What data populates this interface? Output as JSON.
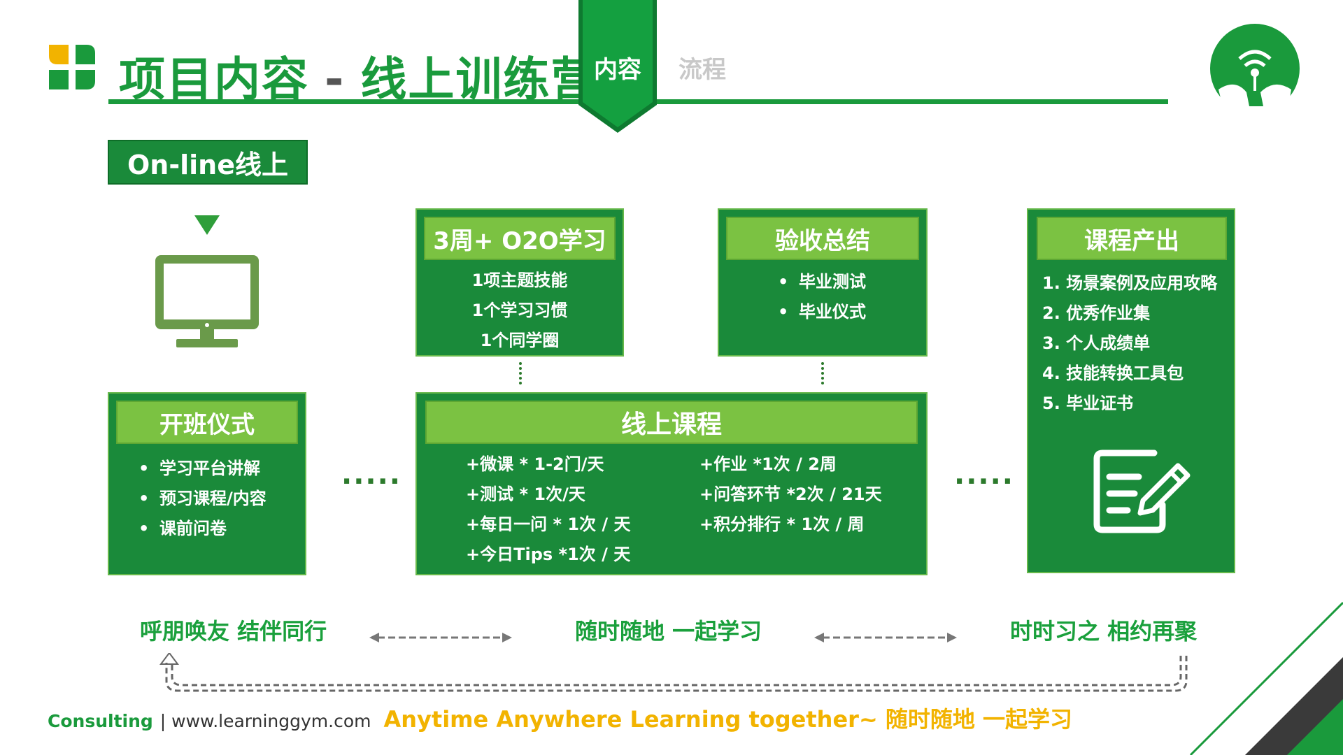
{
  "header": {
    "title_main": "项目内容",
    "title_sep": "-",
    "title_sub": "线上训练营",
    "tabs": [
      {
        "label": "内容",
        "active": true
      },
      {
        "label": "流程",
        "active": false
      }
    ]
  },
  "online_label": "On-line线上",
  "opening": {
    "title": "开班仪式",
    "items": [
      "学习平台讲解",
      "预习课程/内容",
      "课前问卷"
    ]
  },
  "o2o": {
    "title": "3周+ O2O学习",
    "lines": [
      "1项主题技能",
      "1个学习习惯",
      "1个同学圈"
    ]
  },
  "acceptance": {
    "title": "验收总结",
    "items": [
      "毕业测试",
      "毕业仪式"
    ]
  },
  "online_course": {
    "title": "线上课程",
    "left_items": [
      "+微课  * 1-2门/天",
      "+测试  * 1次/天",
      "+每日一问 * 1次 / 天",
      "+今日Tips *1次 / 天"
    ],
    "right_items": [
      "+作业 *1次 / 2周",
      "+问答环节 *2次 / 21天",
      "+积分排行 * 1次 / 周"
    ]
  },
  "output": {
    "title": "课程产出",
    "items": [
      "1.  场景案例及应用攻略",
      "2.  优秀作业集",
      "3.  个人成绩单",
      "4.  技能转换工具包",
      "5.  毕业证书"
    ]
  },
  "slogans": [
    "呼朋唤友 结伴同行",
    "随时随地  一起学习",
    "时时习之  相约再聚"
  ],
  "footer": {
    "consulting": "Consulting",
    "url": "| www.learninggym.com",
    "tagline": "Anytime  Anywhere  Learning together~ 随时随地 一起学习"
  },
  "icons": [
    "logo-icon",
    "monitor-icon",
    "document-edit-icon",
    "brand-badge-icon"
  ],
  "colors": {
    "primary": "#1a8a3a",
    "light": "#7bc242",
    "accent": "#f2b300"
  }
}
